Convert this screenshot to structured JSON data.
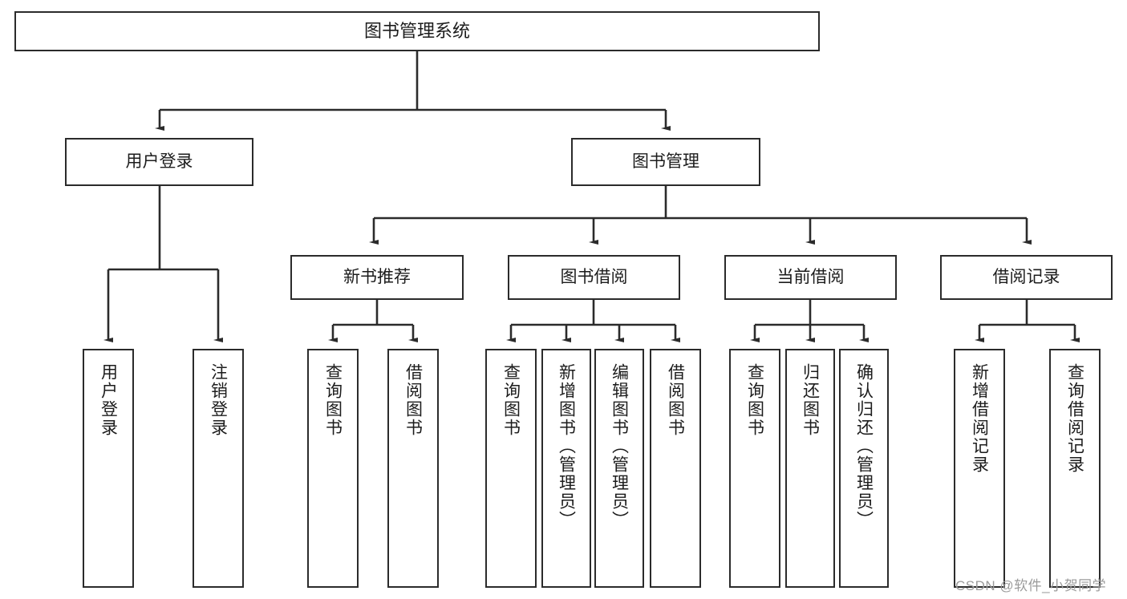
{
  "diagram": {
    "title": "图书管理系统",
    "type": "tree",
    "watermark": "CSDN @软件_小贺同学",
    "colors": {
      "stroke": "#2b2b2b",
      "fill": "#ffffff",
      "text": "#1c1c1c",
      "watermark": "#9b9b9b"
    },
    "nodes": {
      "root": "图书管理系统",
      "level1": [
        "用户登录",
        "图书管理"
      ],
      "level2": [
        "新书推荐",
        "图书借阅",
        "当前借阅",
        "借阅记录"
      ],
      "leaves": {
        "user_login": [
          "用户登录",
          "注销登录"
        ],
        "new_book": [
          "查询图书",
          "借阅图书"
        ],
        "book_borrow": [
          "查询图书",
          "新增图书（管理员）",
          "编辑图书（管理员）",
          "借阅图书"
        ],
        "current_borrow": [
          "查询图书",
          "归还图书",
          "确认归还（管理员）"
        ],
        "borrow_record": [
          "新增借阅记录",
          "查询借阅记录"
        ]
      }
    }
  }
}
